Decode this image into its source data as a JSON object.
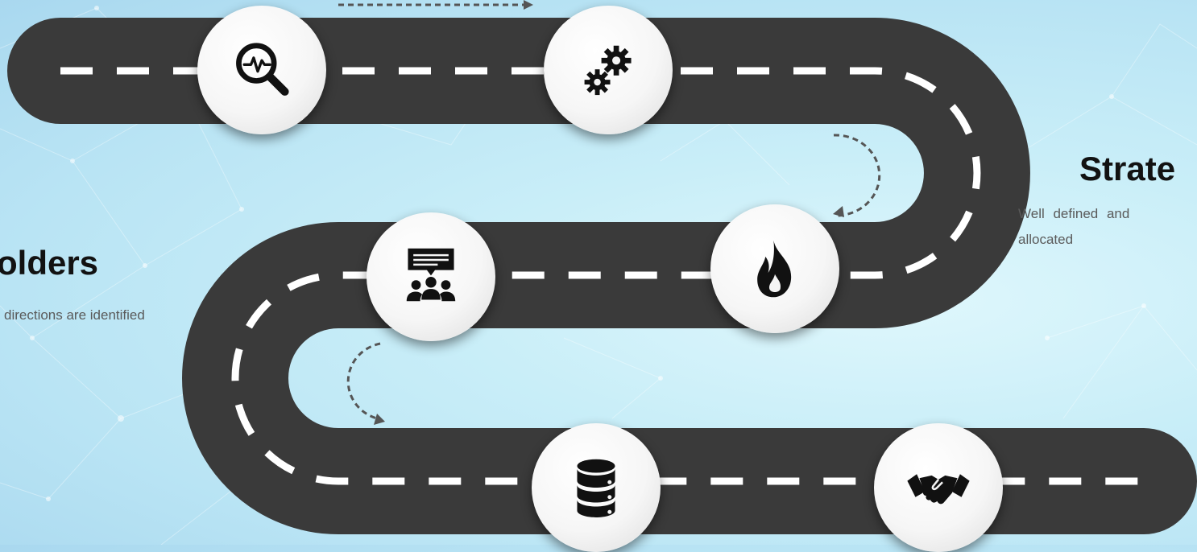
{
  "left_section": {
    "heading": "olders",
    "description": "directions are identified"
  },
  "right_section": {
    "heading": "Strate",
    "description_line1": "Well defined and",
    "description_line2": "allocated"
  },
  "milestones": [
    {
      "icon": "magnifier-pulse-icon"
    },
    {
      "icon": "gears-icon"
    },
    {
      "icon": "flame-icon"
    },
    {
      "icon": "team-chat-icon"
    },
    {
      "icon": "database-icon"
    },
    {
      "icon": "handshake-icon"
    }
  ],
  "colors": {
    "road": "#3a3a3a",
    "lane_marking": "#ffffff",
    "flow_arrow": "#555555",
    "milestone_circle": "#f7f7f7",
    "icon": "#111111",
    "heading_text": "#121212",
    "description_text": "#5a5a5a"
  }
}
